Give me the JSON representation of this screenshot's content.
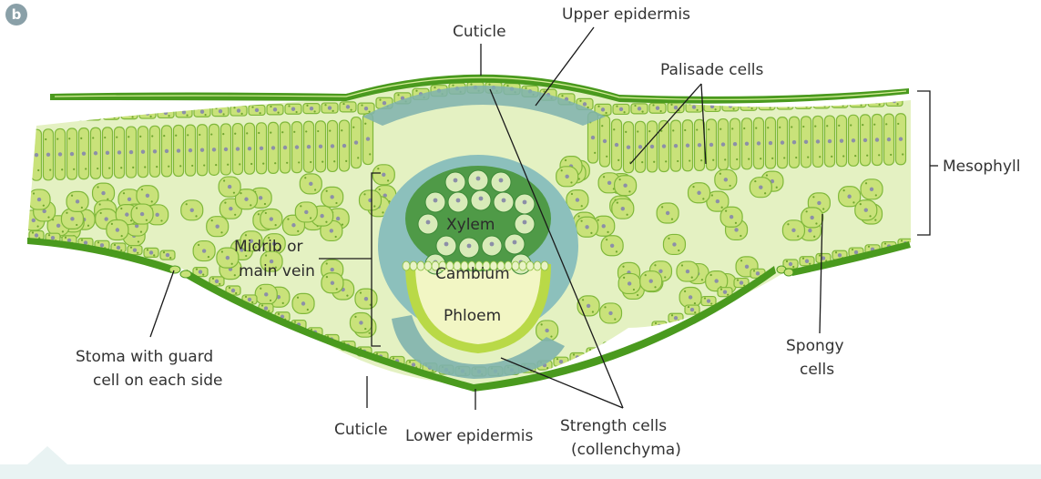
{
  "figure": {
    "badge": "b",
    "labels": {
      "cuticle_top": "Cuticle",
      "upper_epidermis": "Upper epidermis",
      "palisade_cells": "Palisade cells",
      "mesophyll": "Mesophyll",
      "xylem": "Xylem",
      "cambium": "Cambium",
      "phloem": "Phloem",
      "midrib_line1": "Midrib or",
      "midrib_line2": "main vein",
      "stoma_line1": "Stoma with guard",
      "stoma_line2": "cell on each side",
      "spongy_line1": "Spongy",
      "spongy_line2": "cells",
      "cuticle_bottom": "Cuticle",
      "lower_epidermis": "Lower epidermis",
      "strength_line1": "Strength cells",
      "strength_line2": "(collenchyma)"
    },
    "colors": {
      "cuticle": "#4a9a1e",
      "cell_fill": "#c9e27a",
      "cell_outline": "#7fb83a",
      "nucleus": "#8c8fa8",
      "collenchyma": "#7fb2ae",
      "xylem_fill": "#4f9a47",
      "xylem_cell": "#d8ebb8",
      "phloem": "#f2f6c4",
      "phloem_rim": "#b9d947",
      "footer_band": "#e9f3f3"
    }
  }
}
